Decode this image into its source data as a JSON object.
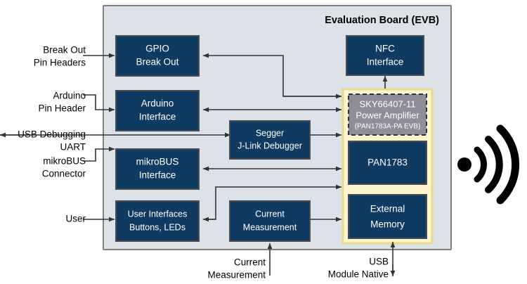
{
  "diagram": {
    "board": {
      "title": "Evaluation Board (EVB)",
      "fill": "#dde1e8",
      "stroke": "#808080"
    },
    "colors": {
      "block_fill": "#0f3b63",
      "block_stroke": "#4d4d4d",
      "block_text": "#ffffff",
      "module_container_fill": "#fdf5d0",
      "module_container_stroke": "#e8d98a",
      "pa_fill": "#8e8e98",
      "pa_stroke": "#333333",
      "line": "#333333",
      "background": "#ffffff",
      "antenna": "#000000"
    },
    "blocks": [
      {
        "id": "gpio",
        "lines": [
          "GPIO",
          "Break Out"
        ]
      },
      {
        "id": "arduino",
        "lines": [
          "Arduino",
          "Interface"
        ]
      },
      {
        "id": "mikrobus",
        "lines": [
          "mikroBUS",
          "Interface"
        ]
      },
      {
        "id": "user",
        "lines": [
          "User Interfaces",
          "Buttons, LEDs"
        ]
      },
      {
        "id": "segger",
        "lines": [
          "Segger",
          "J-Link Debugger"
        ]
      },
      {
        "id": "current",
        "lines": [
          "Current",
          "Measurement"
        ]
      },
      {
        "id": "nfc",
        "lines": [
          "NFC",
          "Interface"
        ]
      },
      {
        "id": "pan1783",
        "lines": [
          "PAN1783"
        ]
      },
      {
        "id": "extmem",
        "lines": [
          "External",
          "Memory"
        ]
      }
    ],
    "power_amplifier": {
      "line1": "SKY66407-11",
      "line2": "Power Amplifier",
      "line3": "(PAN1783A-PA EVB)"
    },
    "external_labels": [
      {
        "id": "break-out-pin-headers",
        "lines": [
          "Break Out",
          "Pin Headers"
        ]
      },
      {
        "id": "arduino-pin-header",
        "lines": [
          "Arduino",
          "Pin Header"
        ]
      },
      {
        "id": "usb-debugging-uart",
        "lines": [
          "USB Debugging",
          "UART"
        ]
      },
      {
        "id": "mikrobus-connector",
        "lines": [
          "mikroBUS",
          "Connector"
        ]
      },
      {
        "id": "user",
        "lines": [
          "User"
        ]
      }
    ],
    "bottom_labels": [
      {
        "id": "current-measurement",
        "lines": [
          "Current",
          "Measurement"
        ]
      },
      {
        "id": "usb-module-native",
        "lines": [
          "USB",
          "Module Native"
        ]
      }
    ],
    "antenna": {
      "name": "wireless-antenna-icon"
    }
  }
}
